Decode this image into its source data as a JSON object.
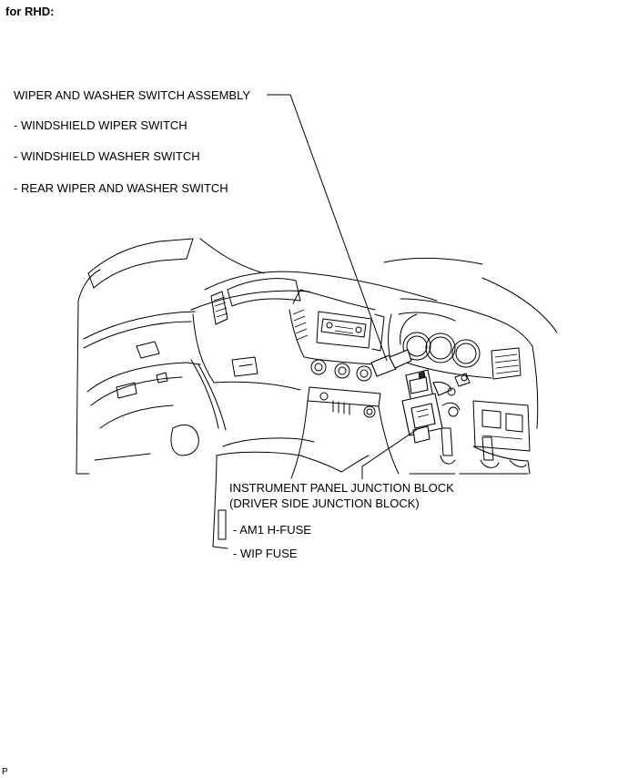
{
  "heading": "for RHD:",
  "callouts": {
    "wiper_assembly": {
      "title": "WIPER AND WASHER SWITCH ASSEMBLY",
      "items": [
        "- WINDSHIELD WIPER SWITCH",
        "- WINDSHIELD WASHER SWITCH",
        "- REAR WIPER AND WASHER SWITCH"
      ]
    },
    "junction_block": {
      "title_line1": "INSTRUMENT PANEL JUNCTION BLOCK",
      "title_line2": "(DRIVER SIDE JUNCTION BLOCK)",
      "items": [
        "- AM1 H-FUSE",
        "- WIP FUSE"
      ]
    }
  },
  "figure_code": "P"
}
